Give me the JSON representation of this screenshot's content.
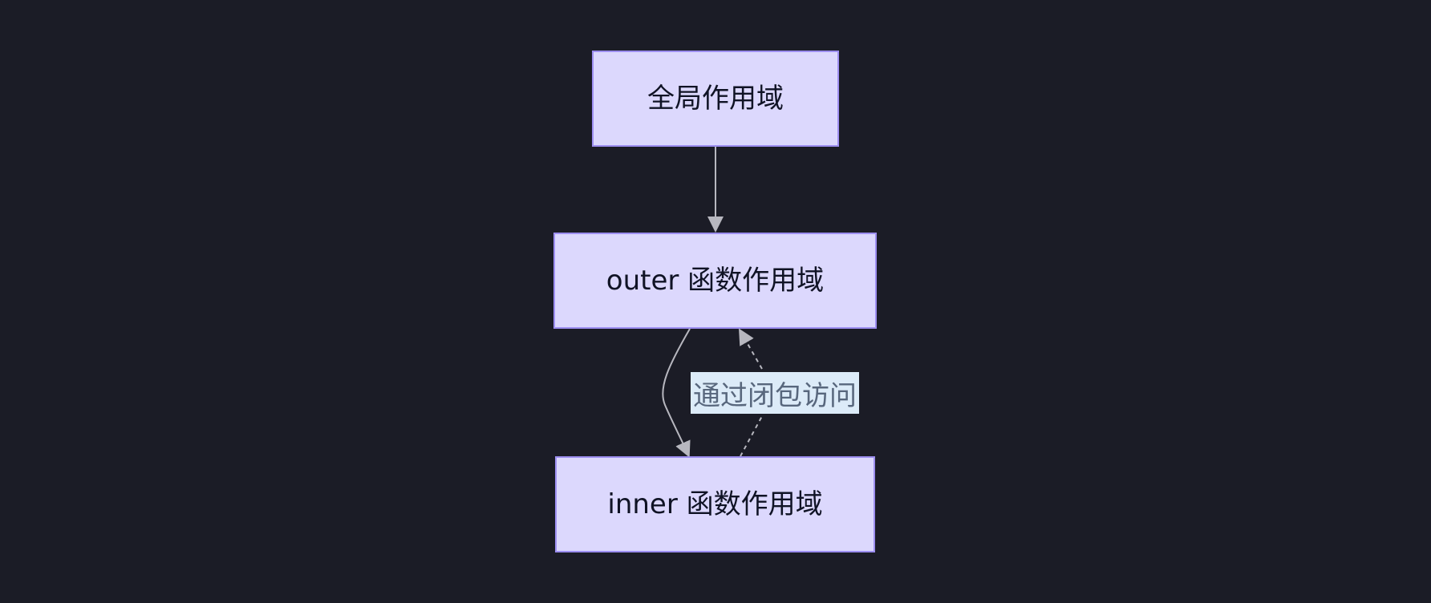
{
  "diagram": {
    "nodes": [
      {
        "id": "global",
        "label": "全局作用域"
      },
      {
        "id": "outer",
        "label": "outer 函数作用域"
      },
      {
        "id": "inner",
        "label": "inner 函数作用域"
      }
    ],
    "edges": [
      {
        "from": "global",
        "to": "outer",
        "style": "solid",
        "label": ""
      },
      {
        "from": "outer",
        "to": "inner",
        "style": "solid",
        "label": ""
      },
      {
        "from": "inner",
        "to": "outer",
        "style": "dashed",
        "label": "通过闭包访问"
      }
    ],
    "colors": {
      "background": "#1b1c26",
      "node_fill": "#dcd8fd",
      "node_border": "#9d8ef0",
      "node_text": "#101325",
      "edge": "#b7b7bf",
      "edge_label_bg": "#dcebf8",
      "edge_label_text": "#58677d"
    }
  }
}
